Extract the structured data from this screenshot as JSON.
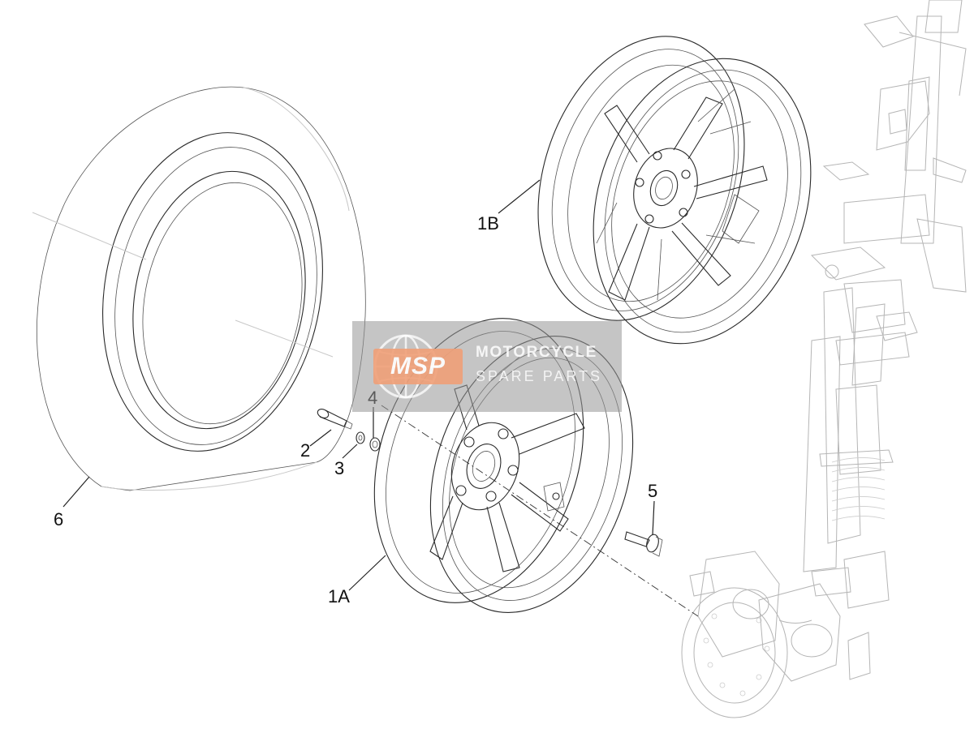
{
  "diagram": {
    "labels": {
      "part_1a": "1A",
      "part_1b": "1B",
      "part_2": "2",
      "part_3": "3",
      "part_4": "4",
      "part_5": "5",
      "part_6": "6"
    },
    "watermark": {
      "badge": "MSP",
      "line1": "MOTORCYCLE",
      "line2": "SPARE PARTS"
    }
  }
}
